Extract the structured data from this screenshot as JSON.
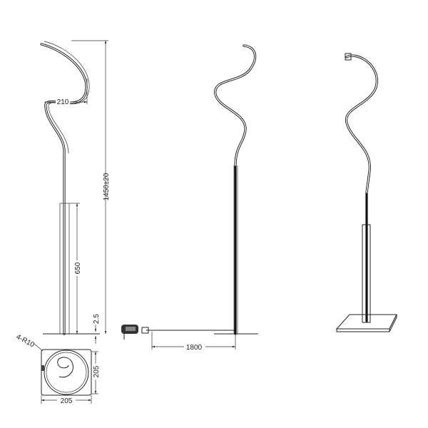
{
  "dimensions": {
    "spiral_width": "210",
    "total_height": "1450±20",
    "lower_pole_height": "650",
    "base_thickness": "2.5",
    "corner_radius": "4-R10",
    "base_depth": "205",
    "base_width": "205",
    "cable_length": "1800"
  },
  "colors": {
    "line": "#222222",
    "background": "#ffffff"
  }
}
